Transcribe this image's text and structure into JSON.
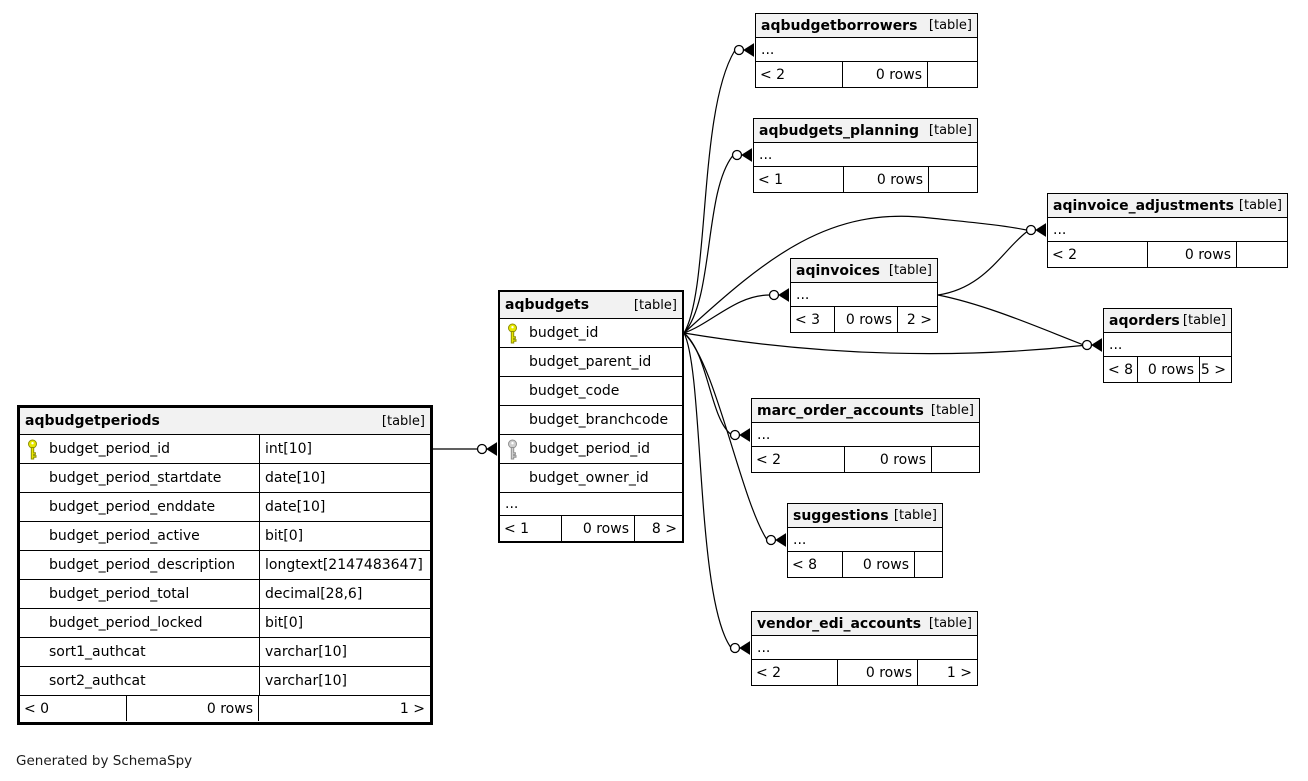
{
  "attribution": "Generated by SchemaSpy",
  "colors": {
    "header_bg": "#f2f2f2",
    "primary_key_icon": "#e8e800",
    "foreign_key_icon": "#cfcfcf",
    "line": "#000000"
  },
  "tables": {
    "aqbudgetperiods": {
      "name": "aqbudgetperiods",
      "type_label": "[table]",
      "columns": [
        {
          "name": "budget_period_id",
          "type": "int[10]",
          "key": "primary"
        },
        {
          "name": "budget_period_startdate",
          "type": "date[10]"
        },
        {
          "name": "budget_period_enddate",
          "type": "date[10]"
        },
        {
          "name": "budget_period_active",
          "type": "bit[0]"
        },
        {
          "name": "budget_period_description",
          "type": "longtext[2147483647]"
        },
        {
          "name": "budget_period_total",
          "type": "decimal[28,6]"
        },
        {
          "name": "budget_period_locked",
          "type": "bit[0]"
        },
        {
          "name": "sort1_authcat",
          "type": "varchar[10]"
        },
        {
          "name": "sort2_authcat",
          "type": "varchar[10]"
        }
      ],
      "footer": {
        "parents": "< 0",
        "rows": "0 rows",
        "children": "1 >"
      }
    },
    "aqbudgets": {
      "name": "aqbudgets",
      "type_label": "[table]",
      "columns": [
        {
          "name": "budget_id",
          "key": "primary"
        },
        {
          "name": "budget_parent_id"
        },
        {
          "name": "budget_code"
        },
        {
          "name": "budget_branchcode"
        },
        {
          "name": "budget_period_id",
          "key": "foreign"
        },
        {
          "name": "budget_owner_id"
        }
      ],
      "ellipsis": "...",
      "footer": {
        "parents": "< 1",
        "rows": "0 rows",
        "children": "8 >"
      }
    },
    "aqbudgetborrowers": {
      "name": "aqbudgetborrowers",
      "type_label": "[table]",
      "ellipsis": "...",
      "footer": {
        "parents": "< 2",
        "rows": "0 rows",
        "children": ""
      }
    },
    "aqbudgets_planning": {
      "name": "aqbudgets_planning",
      "type_label": "[table]",
      "ellipsis": "...",
      "footer": {
        "parents": "< 1",
        "rows": "0 rows",
        "children": ""
      }
    },
    "aqinvoice_adjustments": {
      "name": "aqinvoice_adjustments",
      "type_label": "[table]",
      "ellipsis": "...",
      "footer": {
        "parents": "< 2",
        "rows": "0 rows",
        "children": ""
      }
    },
    "aqinvoices": {
      "name": "aqinvoices",
      "type_label": "[table]",
      "ellipsis": "...",
      "footer": {
        "parents": "< 3",
        "rows": "0 rows",
        "children": "2 >"
      }
    },
    "aqorders": {
      "name": "aqorders",
      "type_label": "[table]",
      "ellipsis": "...",
      "footer": {
        "parents": "< 8",
        "rows": "0 rows",
        "children": "5 >"
      }
    },
    "marc_order_accounts": {
      "name": "marc_order_accounts",
      "type_label": "[table]",
      "ellipsis": "...",
      "footer": {
        "parents": "< 2",
        "rows": "0 rows",
        "children": ""
      }
    },
    "suggestions": {
      "name": "suggestions",
      "type_label": "[table]",
      "ellipsis": "...",
      "footer": {
        "parents": "< 8",
        "rows": "0 rows",
        "children": ""
      }
    },
    "vendor_edi_accounts": {
      "name": "vendor_edi_accounts",
      "type_label": "[table]",
      "ellipsis": "...",
      "footer": {
        "parents": "< 2",
        "rows": "0 rows",
        "children": "1 >"
      }
    }
  },
  "relationships": [
    {
      "from": "aqbudgetperiods.budget_period_id",
      "to": "aqbudgets.budget_period_id"
    },
    {
      "from": "aqbudgets.budget_id",
      "to": "aqbudgetborrowers"
    },
    {
      "from": "aqbudgets.budget_id",
      "to": "aqbudgets_planning"
    },
    {
      "from": "aqbudgets.budget_id",
      "to": "aqinvoice_adjustments"
    },
    {
      "from": "aqbudgets.budget_id",
      "to": "aqinvoices"
    },
    {
      "from": "aqbudgets.budget_id",
      "to": "aqorders"
    },
    {
      "from": "aqbudgets.budget_id",
      "to": "marc_order_accounts"
    },
    {
      "from": "aqbudgets.budget_id",
      "to": "suggestions"
    },
    {
      "from": "aqbudgets.budget_id",
      "to": "vendor_edi_accounts"
    },
    {
      "from": "aqinvoices",
      "to": "aqinvoice_adjustments"
    },
    {
      "from": "aqinvoices",
      "to": "aqorders"
    }
  ]
}
